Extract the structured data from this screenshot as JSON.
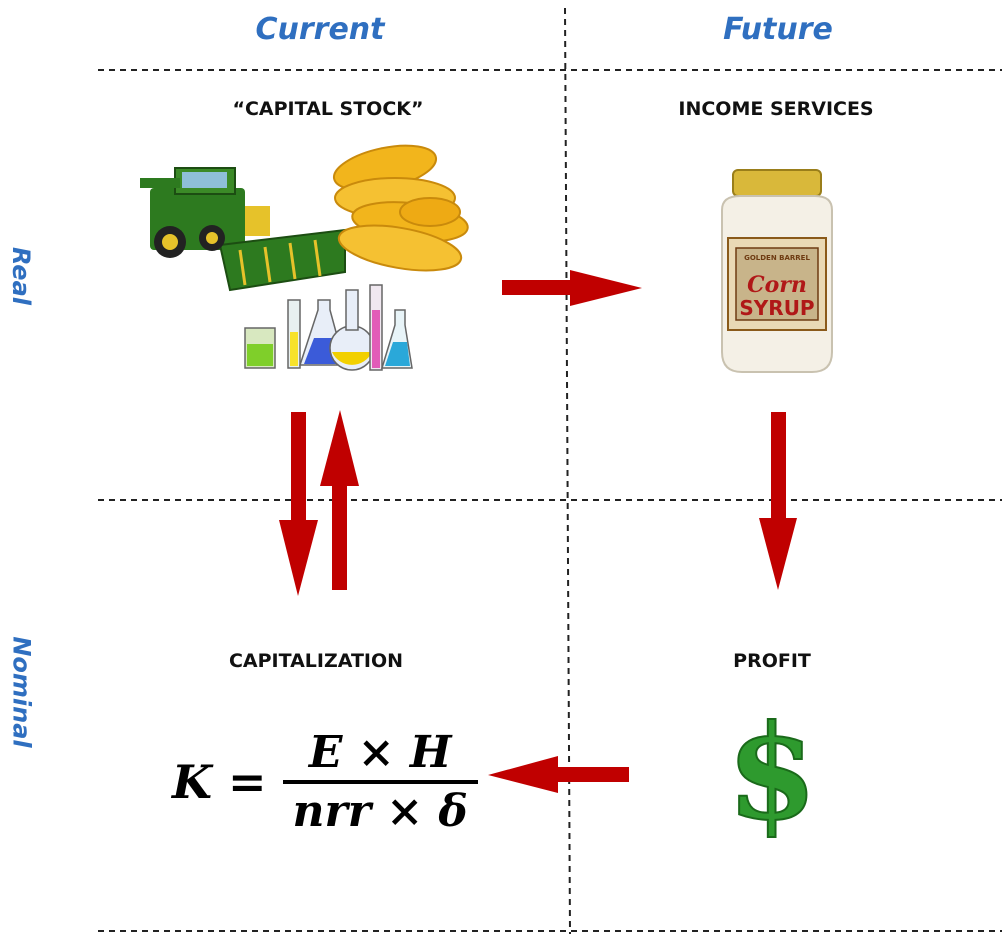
{
  "columns": {
    "current": "Current",
    "future": "Future"
  },
  "rows": {
    "real": "Real",
    "nominal": "Nominal"
  },
  "cells": {
    "capital_stock": "“CAPITAL STOCK”",
    "income_services": "INCOME SERVICES",
    "capitalization": "CAPITALIZATION",
    "profit": "PROFIT"
  },
  "formula": {
    "lhs": "K =",
    "numerator": "E × H",
    "denominator": "nrr × δ"
  },
  "jar": {
    "label_top": "GOLDEN BARREL",
    "label_main_1": "Corn",
    "label_main_2": "SYRUP"
  },
  "dollar_symbol": "$",
  "colors": {
    "heading_blue": "#2f6fc0",
    "arrow_red": "#c00000",
    "dollar_green": "#2e9a2e",
    "tractor_green": "#2d7a1f",
    "corn_yellow": "#f2b51c"
  }
}
